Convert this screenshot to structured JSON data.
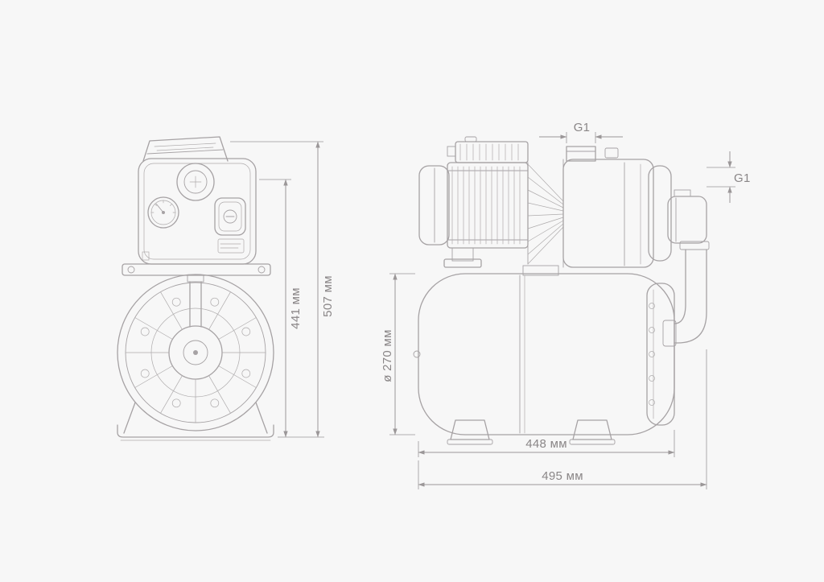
{
  "drawing": {
    "background_color": "#f7f7f7",
    "line_color": "#a6a2a4",
    "dimension_line_color": "#9b9798",
    "text_color": "#8a8687"
  },
  "front_view": {
    "dimensions": {
      "overall_height": "507 мм",
      "pump_height": "441 мм"
    }
  },
  "side_view": {
    "dimensions": {
      "top_port_thread": "G1",
      "outlet_port_thread": "G1",
      "tank_diameter": "ø 270 мм",
      "tank_length": "448 мм",
      "overall_length": "495 мм"
    }
  }
}
